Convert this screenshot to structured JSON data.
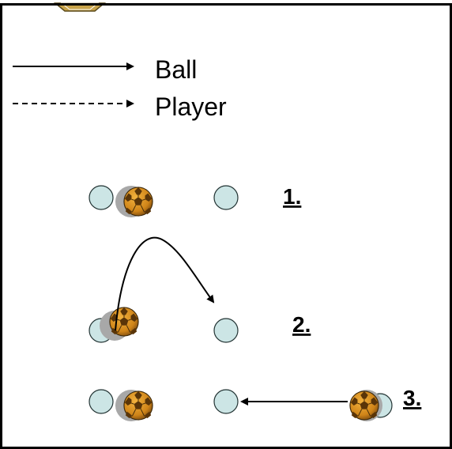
{
  "legend": {
    "ball_label": "Ball",
    "player_label": "Player"
  },
  "steps": [
    {
      "label": "1."
    },
    {
      "label": "2."
    },
    {
      "label": "3."
    }
  ],
  "colors": {
    "player_fill": "#cce5e5",
    "ball_fill": "#d9901f",
    "ball_patch": "#7a4a10",
    "ball_shadow": "#9a9a9a",
    "frame": "#000000"
  }
}
